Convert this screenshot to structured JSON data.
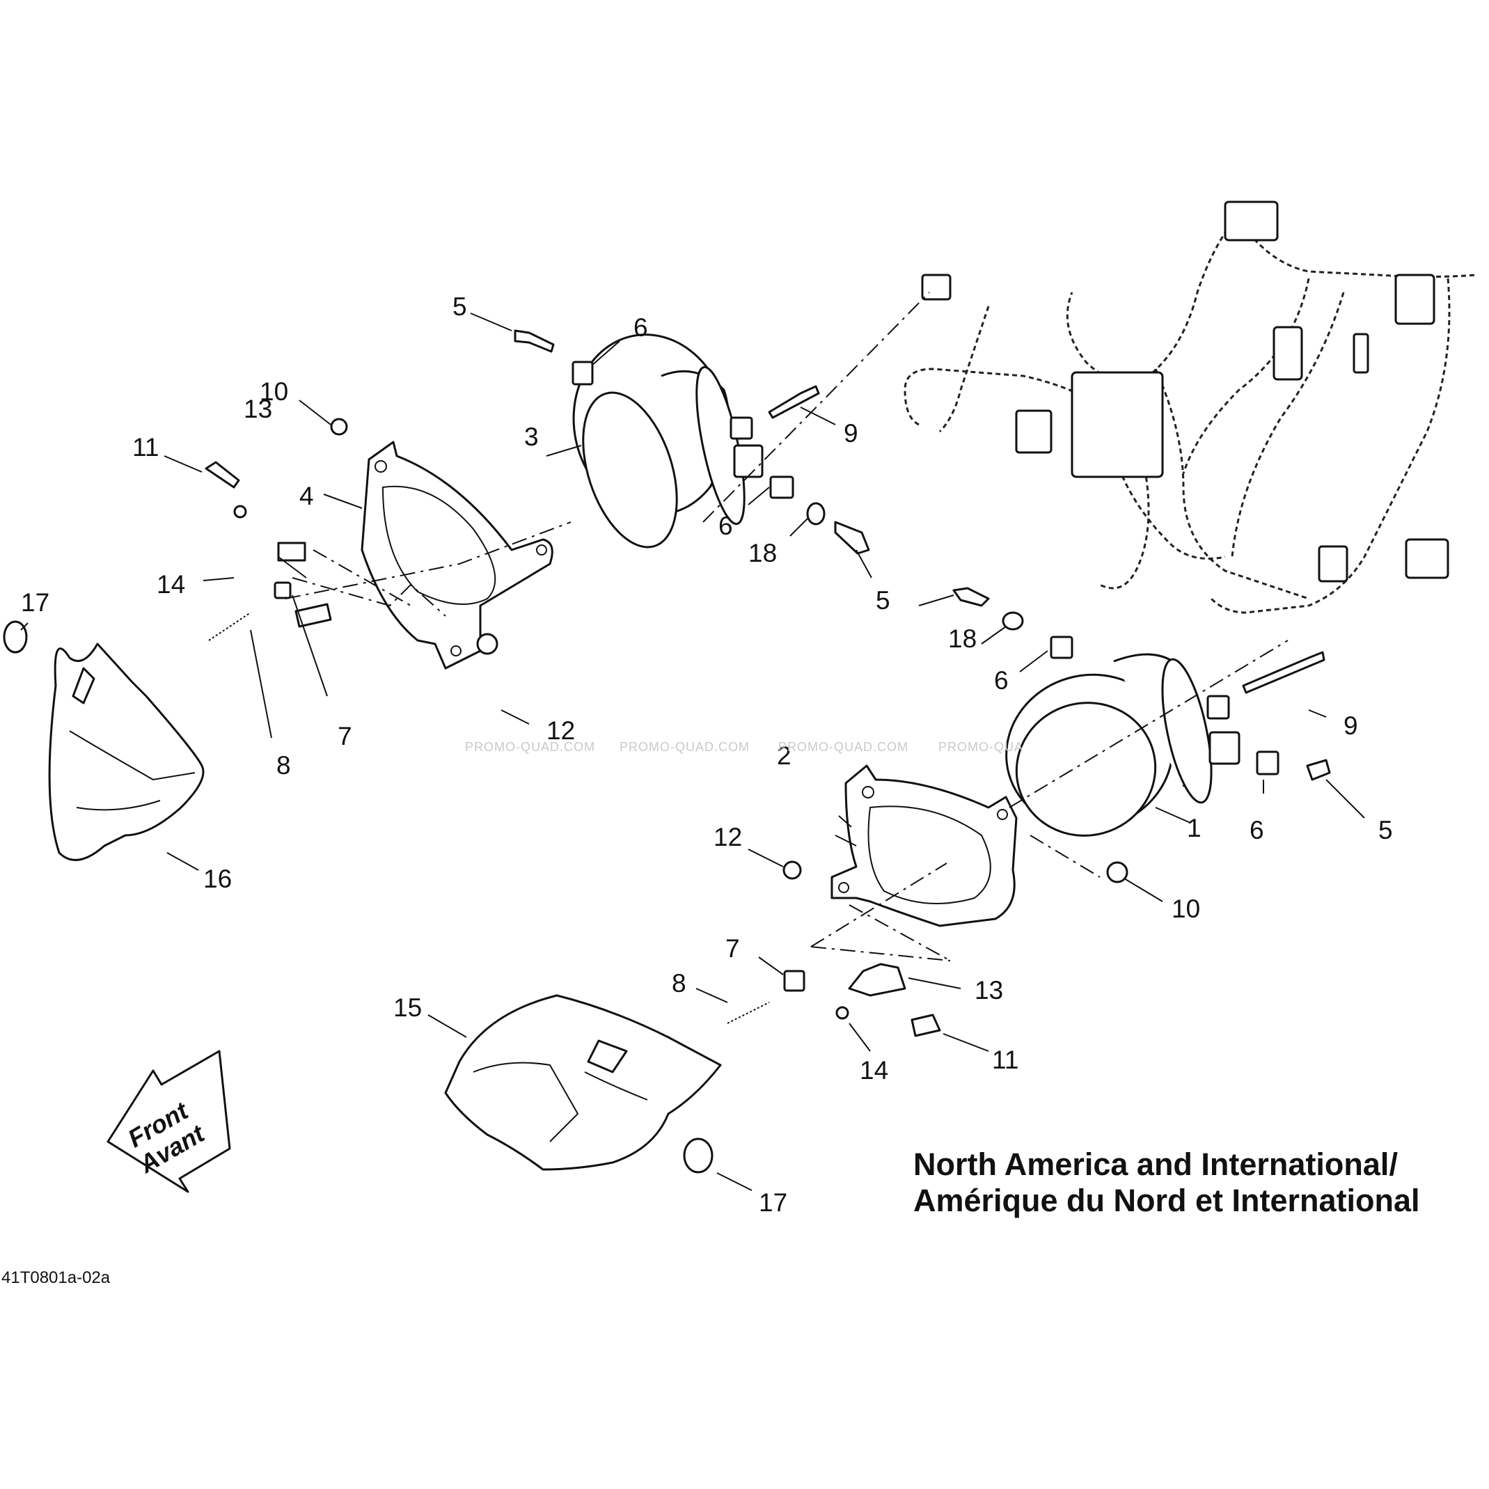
{
  "region_title": {
    "line1": "North America and International/",
    "line2": "Amérique du Nord et International"
  },
  "drawing_code": "41T0801a-02a",
  "front_arrow": {
    "line1": "Front",
    "line2": "Avant"
  },
  "watermarks": [
    "PROMO-QUAD.COM",
    "PROMO-QUAD.COM",
    "PROMO-QUAD.COM",
    "PROMO-QUA"
  ],
  "callouts": [
    "1",
    "2",
    "3",
    "4",
    "5",
    "5",
    "5",
    "6",
    "6",
    "6",
    "6",
    "7",
    "7",
    "8",
    "8",
    "9",
    "9",
    "10",
    "10",
    "11",
    "11",
    "12",
    "12",
    "13",
    "13",
    "14",
    "14",
    "15",
    "16",
    "17",
    "17",
    "18",
    "18"
  ]
}
